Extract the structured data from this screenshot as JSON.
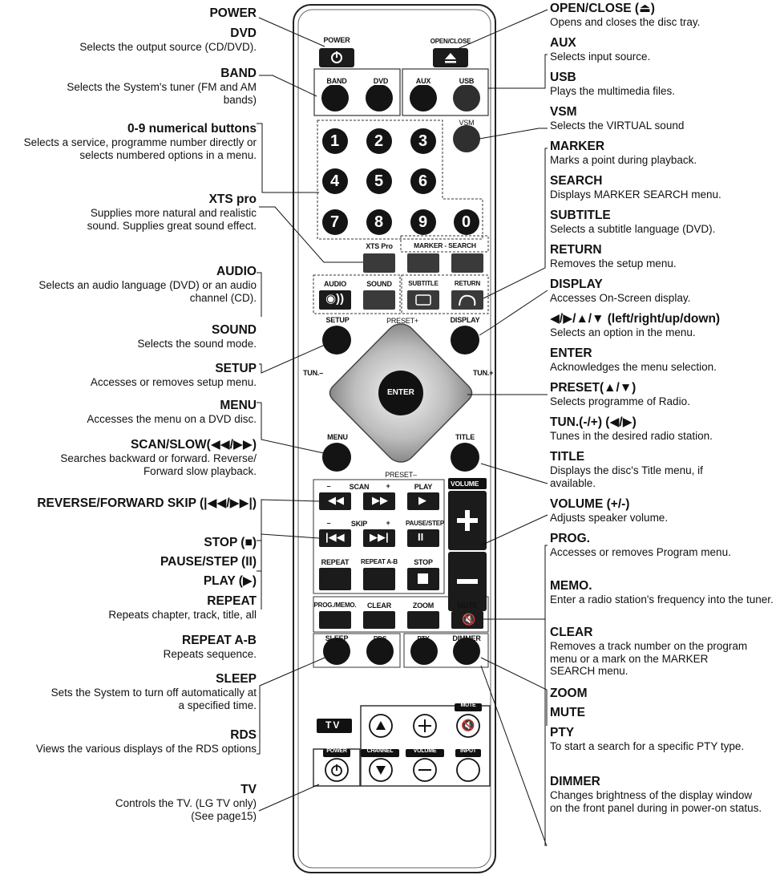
{
  "left_callouts": [
    {
      "title": "POWER",
      "desc": ""
    },
    {
      "title": "DVD",
      "desc": "Selects the output source (CD/DVD)."
    },
    {
      "title": "BAND",
      "desc": "Selects the System's tuner (FM and AM bands)"
    },
    {
      "title": "0-9 numerical buttons",
      "desc": "Selects a service, programme number directly or selects numbered options in a menu."
    },
    {
      "title": "XTS pro",
      "desc": "Supplies more natural and realistic sound. Supplies great sound effect."
    },
    {
      "title": "AUDIO",
      "desc": "Selects an audio language (DVD) or an audio channel (CD)."
    },
    {
      "title": "SOUND",
      "desc": "Selects the sound mode."
    },
    {
      "title": "SETUP",
      "desc": "Accesses or removes setup menu."
    },
    {
      "title": "MENU",
      "desc": "Accesses the menu on a DVD disc."
    },
    {
      "title": "SCAN/SLOW(◀◀/▶▶)",
      "desc": "Searches backward or forward. Reverse/ Forward slow playback."
    },
    {
      "title": "REVERSE/FORWARD SKIP (|◀◀/▶▶|)",
      "desc": ""
    },
    {
      "title": "STOP (■)",
      "desc": ""
    },
    {
      "title": "PAUSE/STEP (II)",
      "desc": ""
    },
    {
      "title": "PLAY (▶)",
      "desc": ""
    },
    {
      "title": "REPEAT",
      "desc": "Repeats chapter, track, title, all"
    },
    {
      "title": "REPEAT A-B",
      "desc": "Repeats sequence."
    },
    {
      "title": "SLEEP",
      "desc": "Sets the System to turn off automatically at a specified time."
    },
    {
      "title": "RDS",
      "desc": "Views the various displays of the RDS options"
    },
    {
      "title": "TV",
      "desc": "Controls the TV. (LG TV only) (See page15)"
    }
  ],
  "right_callouts": [
    {
      "title": "OPEN/CLOSE (⏏)",
      "desc": "Opens and closes the disc tray."
    },
    {
      "title": "AUX",
      "desc": "Selects input source."
    },
    {
      "title": "USB",
      "desc": "Plays the multimedia files."
    },
    {
      "title": "VSM",
      "desc": "Selects the VIRTUAL sound"
    },
    {
      "title": "MARKER",
      "desc": "Marks a point during playback."
    },
    {
      "title": "SEARCH",
      "desc": "Displays MARKER SEARCH menu."
    },
    {
      "title": "SUBTITLE",
      "desc": "Selects a subtitle language (DVD)."
    },
    {
      "title": "RETURN",
      "desc": "Removes the setup menu."
    },
    {
      "title": "DISPLAY",
      "desc": "Accesses On-Screen display."
    },
    {
      "title": "◀/▶/▲/▼ (left/right/up/down)",
      "desc": "Selects an option in the menu."
    },
    {
      "title": "ENTER",
      "desc": "Acknowledges the menu selection."
    },
    {
      "title": "PRESET(▲/▼)",
      "desc": "Selects programme of Radio."
    },
    {
      "title": "TUN.(-/+) (◀/▶)",
      "desc": "Tunes in the desired radio station."
    },
    {
      "title": "TITLE",
      "desc": "Displays the disc's Title menu, if available."
    },
    {
      "title": "VOLUME (+/-)",
      "desc": "Adjusts speaker volume."
    },
    {
      "title": "PROG.",
      "desc": "Accesses or removes Program menu."
    },
    {
      "title": "MEMO.",
      "desc": "Enter a radio station's frequency into the tuner."
    },
    {
      "title": "CLEAR",
      "desc": "Removes a track number on the program menu or a mark on the MARKER SEARCH menu."
    },
    {
      "title": "ZOOM",
      "desc": ""
    },
    {
      "title": "MUTE",
      "desc": ""
    },
    {
      "title": "PTY",
      "desc": "To start a search for a specific PTY type."
    },
    {
      "title": "DIMMER",
      "desc": "Changes brightness of the display window on the front panel during in power-on status."
    }
  ],
  "remote": {
    "power": "POWER",
    "open_close": "OPEN/CLOSE",
    "band": "BAND",
    "dvd": "DVD",
    "aux": "AUX",
    "usb": "USB",
    "vsm": "VSM",
    "digits": [
      "1",
      "2",
      "3",
      "4",
      "5",
      "6",
      "7",
      "8",
      "9",
      "0"
    ],
    "xts": "XTS Pro",
    "marker_search": "MARKER - SEARCH",
    "audio": "AUDIO",
    "sound": "SOUND",
    "subtitle": "SUBTITLE",
    "return": "RETURN",
    "setup": "SETUP",
    "preset_plus": "PRESET+",
    "display": "DISPLAY",
    "tun_minus": "TUN.–",
    "tun_plus": "TUN.+",
    "enter": "ENTER",
    "menu": "MENU",
    "title": "TITLE",
    "preset_minus": "PRESET–",
    "scan": "SCAN",
    "minus": "–",
    "plus": "+",
    "play": "PLAY",
    "volume": "VOLUME",
    "skip": "SKIP",
    "pause_step": "PAUSE/STEP",
    "repeat": "REPEAT",
    "repeat_ab": "REPEAT A-B",
    "stop": "STOP",
    "prog_memo": "PROG./MEMO.",
    "clear": "CLEAR",
    "zoom": "ZOOM",
    "mute": "MUTE",
    "sleep": "SLEEP",
    "rds": "RDS",
    "pty": "PTY",
    "dimmer": "DIMMER",
    "tv": "TV",
    "tv_power": "POWER",
    "tv_channel": "CHANNEL",
    "tv_volume": "VOLUME",
    "tv_mute": "MUTE",
    "tv_input": "INPUT"
  }
}
